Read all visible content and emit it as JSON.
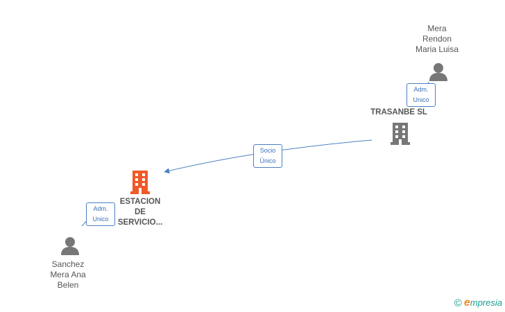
{
  "nodes": {
    "mera_rendon": {
      "name_lines": [
        "Mera",
        "Rendon",
        "Maria Luisa"
      ]
    },
    "trasanbe": {
      "name": "TRASANBE SL"
    },
    "estacion": {
      "name_lines": [
        "ESTACION",
        "DE",
        "SERVICIO..."
      ]
    },
    "sanchez_mera": {
      "name_lines": [
        "Sanchez",
        "Mera Ana",
        "Belen"
      ]
    }
  },
  "edges": {
    "adm_unico_trasanbe": {
      "label_lines": [
        "Adm.",
        "Unico"
      ]
    },
    "socio_unico": {
      "label_lines": [
        "Socio",
        "Único"
      ]
    },
    "adm_unico_estacion": {
      "label_lines": [
        "Adm.",
        "Unico"
      ]
    }
  },
  "brand": {
    "symbol": "©",
    "initial": "e",
    "name": "mpresia"
  },
  "colors": {
    "edge": "#4a7fc1",
    "main_company": "#f05a28",
    "company": "#777777",
    "person": "#777777"
  }
}
